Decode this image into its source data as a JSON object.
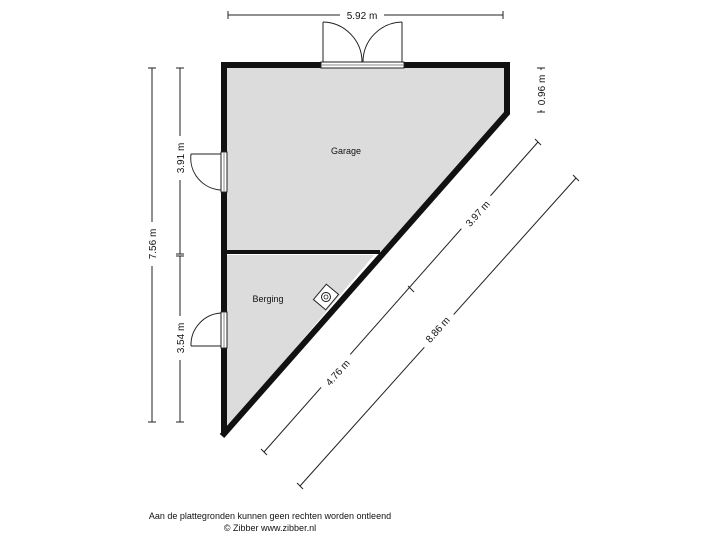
{
  "dimensions": {
    "top_width": "5.92 m",
    "right_small": "0.96 m",
    "left_total": "7.56 m",
    "left_upper": "3.91 m",
    "left_lower": "3.54 m",
    "diag_upper": "3.97 m",
    "diag_lower": "4.76 m",
    "diag_total": "8.86 m"
  },
  "rooms": {
    "garage": "Garage",
    "berging": "Berging"
  },
  "footer": {
    "disclaimer": "Aan de plattegronden kunnen geen rechten worden ontleend",
    "copyright": "© Zibber www.zibber.nl"
  },
  "colors": {
    "floor": "#dcdcdc",
    "wall": "#111111",
    "background": "#ffffff"
  }
}
